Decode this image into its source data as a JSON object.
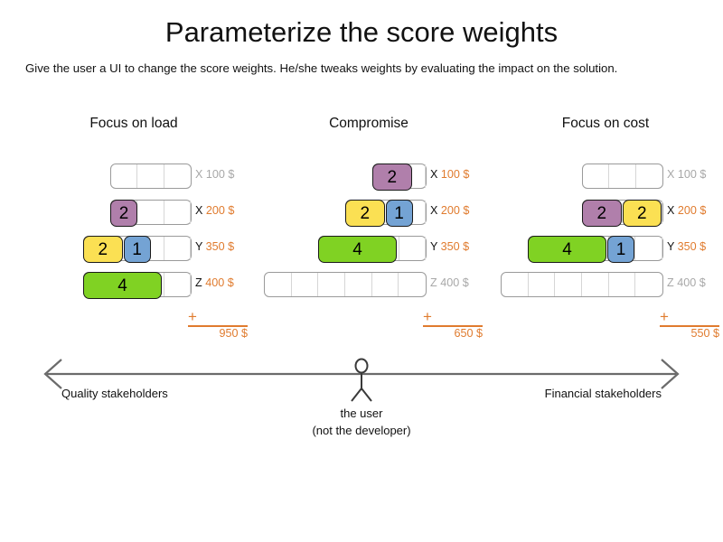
{
  "header": {
    "title": "Parameterize the score weights",
    "subtitle": "Give the user a UI to change the score weights. He/she tweaks weights by evaluating the impact on the solution."
  },
  "colors": {
    "purple": "#b07fab",
    "yellow": "#fbe053",
    "blue": "#74a3d4",
    "green": "#80d223",
    "accent_orange": "#e07b2e",
    "inactive_gray": "#a8a8a8",
    "track_border": "#9a9a9a",
    "segment_border": "#1a1a1a"
  },
  "columns": [
    {
      "title": "Focus on load",
      "rows": [
        {
          "key": "X",
          "amount": "100 $",
          "active": false,
          "cells": 3,
          "segments": []
        },
        {
          "key": "X",
          "amount": "200 $",
          "active": true,
          "cells": 3,
          "segments": [
            {
              "value": "2",
              "color": "purple",
              "units": 1
            }
          ]
        },
        {
          "key": "Y",
          "amount": "350 $",
          "active": true,
          "cells": 4,
          "segments": [
            {
              "value": "2",
              "color": "yellow",
              "units": 1.45
            },
            {
              "value": "1",
              "color": "blue",
              "units": 1
            }
          ]
        },
        {
          "key": "Z",
          "amount": "400 $",
          "active": true,
          "cells": 4,
          "segments": [
            {
              "value": "4",
              "color": "green",
              "units": 2.9
            }
          ]
        }
      ],
      "total": {
        "plus": "+",
        "sum": "950 $"
      }
    },
    {
      "title": "Compromise",
      "rows": [
        {
          "key": "X",
          "amount": "100 $",
          "active": true,
          "cells": 2,
          "segments": [
            {
              "value": "2",
              "color": "purple",
              "units": 1.45
            }
          ]
        },
        {
          "key": "X",
          "amount": "200 $",
          "active": true,
          "cells": 3,
          "segments": [
            {
              "value": "2",
              "color": "yellow",
              "units": 1.45
            },
            {
              "value": "1",
              "color": "blue",
              "units": 1
            }
          ]
        },
        {
          "key": "Y",
          "amount": "350 $",
          "active": true,
          "cells": 4,
          "segments": [
            {
              "value": "4",
              "color": "green",
              "units": 2.9
            }
          ]
        },
        {
          "key": "Z",
          "amount": "400 $",
          "active": false,
          "cells": 6,
          "segments": []
        }
      ],
      "total": {
        "plus": "+",
        "sum": "650 $"
      }
    },
    {
      "title": "Focus on cost",
      "rows": [
        {
          "key": "X",
          "amount": "100 $",
          "active": false,
          "cells": 3,
          "segments": []
        },
        {
          "key": "X",
          "amount": "200 $",
          "active": true,
          "cells": 3,
          "segments": [
            {
              "value": "2",
              "color": "purple",
              "units": 1.45
            },
            {
              "value": "2",
              "color": "yellow",
              "units": 1.45
            }
          ]
        },
        {
          "key": "Y",
          "amount": "350 $",
          "active": true,
          "cells": 5,
          "segments": [
            {
              "value": "4",
              "color": "green",
              "units": 2.9
            },
            {
              "value": "1",
              "color": "blue",
              "units": 1
            }
          ]
        },
        {
          "key": "Z",
          "amount": "400 $",
          "active": false,
          "cells": 6,
          "segments": []
        }
      ],
      "total": {
        "plus": "+",
        "sum": "550 $"
      }
    }
  ],
  "axis": {
    "left_label": "Quality stakeholders",
    "right_label": "Financial stakeholders",
    "user_line1": "the user",
    "user_line2": "(not the developer)",
    "figure": "stick-figure"
  }
}
